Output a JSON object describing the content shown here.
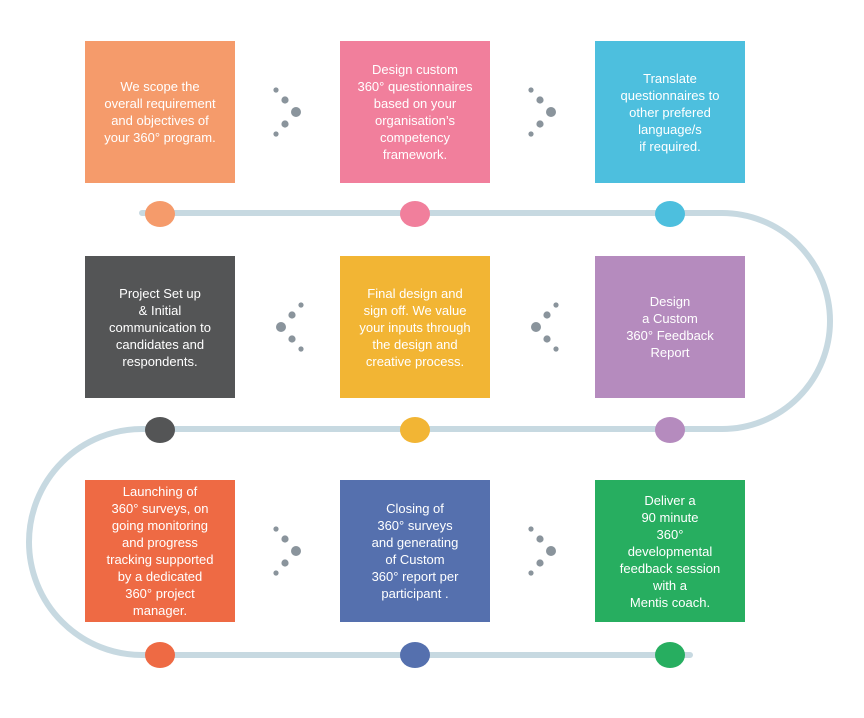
{
  "steps": [
    {
      "text": "We scope the\noverall requirement\nand objectives of\nyour 360° program.",
      "color": "#F59B6B"
    },
    {
      "text": "Design custom\n360° questionnaires\nbased on your\norganisation’s\ncompetency\nframework.",
      "color": "#F17F9C"
    },
    {
      "text": "Translate\nquestionnaires to\nother prefered\nlanguage/s\nif required.",
      "color": "#4DBFDE"
    },
    {
      "text": "Project Set up\n& Initial\ncommunication to\ncandidates and\nrespondents.",
      "color": "#545556"
    },
    {
      "text": "Final design and\nsign off. We value\nyour inputs through\nthe design and\ncreative process.",
      "color": "#F2B534"
    },
    {
      "text": "Design\na Custom\n360° Feedback\nReport",
      "color": "#B58BBE"
    },
    {
      "text": "Launching of\n360° surveys, on\ngoing monitoring\nand progress\ntracking supported\nby a dedicated\n360° project\nmanager.",
      "color": "#EE6A44"
    },
    {
      "text": "Closing of\n360° surveys\nand generating\nof Custom\n360° report per\nparticipant .",
      "color": "#5570AE"
    },
    {
      "text": "Deliver a\n90 minute\n360°\ndevelopmental\nfeedback session\nwith a\nMentis coach.",
      "color": "#27AE60"
    }
  ],
  "track_color": "#C7D9E1",
  "arrow_color": "#8A949C"
}
